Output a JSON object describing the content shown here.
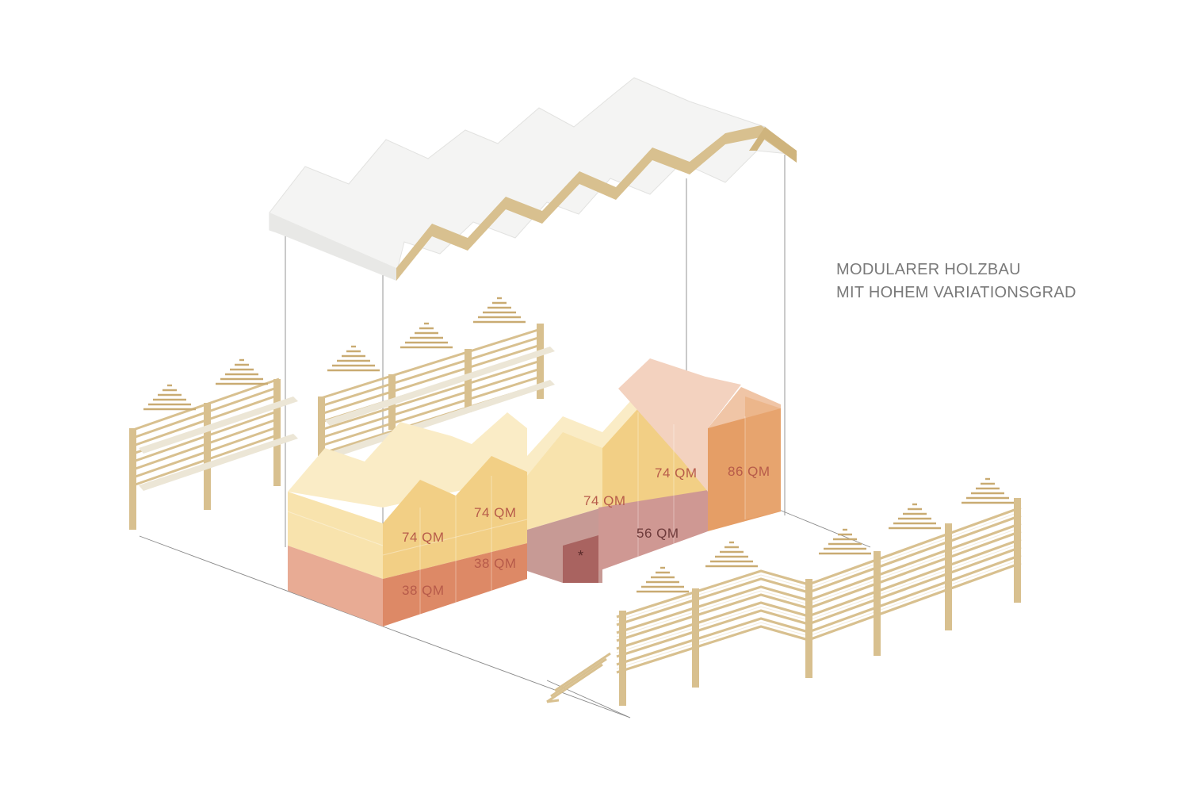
{
  "caption": {
    "line1": "MODULARER HOLZBAU",
    "line2": "MIT HOHEM VARIATIONSGRAD"
  },
  "modules": {
    "upper_1": "74 QM",
    "upper_2": "74 QM",
    "upper_3": "74 QM",
    "upper_4": "74 QM",
    "lower_1": "38 QM",
    "lower_2": "38 QM",
    "lower_3": "56 QM",
    "tall": "86 QM",
    "marker": "*"
  },
  "colors": {
    "wood": "#d8c08f",
    "wood_dark": "#c3a46a",
    "roof_top": "#f4f4f3",
    "roof_side": "#e6e6e4",
    "yellow_light": "#f8e6b8",
    "yellow": "#f1cf86",
    "salmon": "#e59a7c",
    "salmon_dark": "#dd8460",
    "rose": "#c7918d",
    "rose_dark": "#a55f5f",
    "peach": "#f3d2bf",
    "orange": "#e6a26a",
    "label": "#b75b4a",
    "caption": "#7a7a7a"
  }
}
